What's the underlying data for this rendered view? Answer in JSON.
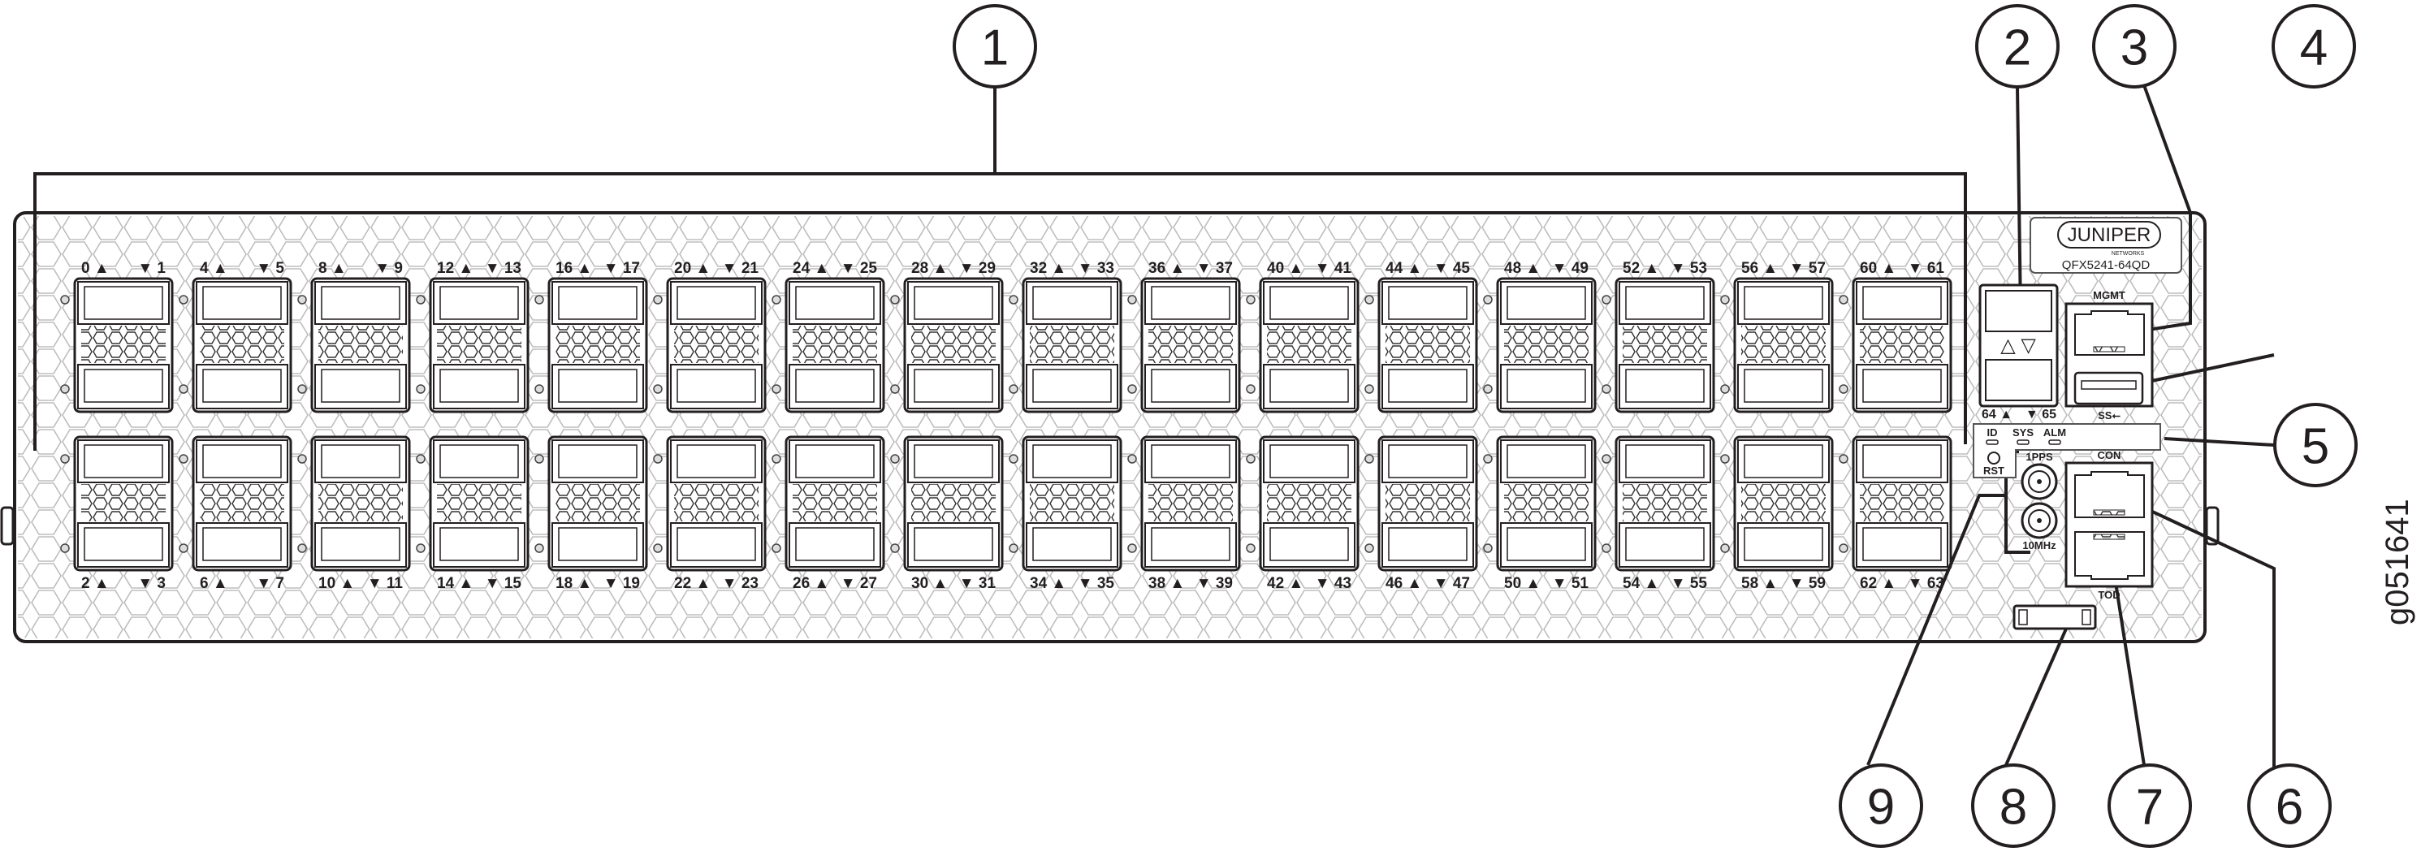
{
  "figure_id": "g051641",
  "device": {
    "brand": "JUNIPER",
    "brand_sub": "NETWORKS",
    "model": "QFX5241-64QD"
  },
  "callouts": [
    "1",
    "2",
    "3",
    "4",
    "5",
    "6",
    "7",
    "8",
    "9"
  ],
  "ports": {
    "top_labels": [
      [
        "0 ▲",
        "▼ 1"
      ],
      [
        "4 ▲",
        "▼ 5"
      ],
      [
        "8 ▲",
        "▼ 9"
      ],
      [
        "12 ▲",
        "▼ 13"
      ],
      [
        "16 ▲",
        "▼ 17"
      ],
      [
        "20 ▲",
        "▼ 21"
      ],
      [
        "24 ▲",
        "▼ 25"
      ],
      [
        "28 ▲",
        "▼ 29"
      ],
      [
        "32 ▲",
        "▼ 33"
      ],
      [
        "36 ▲",
        "▼ 37"
      ],
      [
        "40 ▲",
        "▼ 41"
      ],
      [
        "44 ▲",
        "▼ 45"
      ],
      [
        "48 ▲",
        "▼ 49"
      ],
      [
        "52 ▲",
        "▼ 53"
      ],
      [
        "56 ▲",
        "▼ 57"
      ],
      [
        "60 ▲",
        "▼ 61"
      ]
    ],
    "bottom_labels": [
      [
        "2 ▲",
        "▼ 3"
      ],
      [
        "6 ▲",
        "▼ 7"
      ],
      [
        "10 ▲",
        "▼ 11"
      ],
      [
        "14 ▲",
        "▼ 15"
      ],
      [
        "18 ▲",
        "▼ 19"
      ],
      [
        "22 ▲",
        "▼ 23"
      ],
      [
        "26 ▲",
        "▼ 27"
      ],
      [
        "30 ▲",
        "▼ 31"
      ],
      [
        "34 ▲",
        "▼ 35"
      ],
      [
        "38 ▲",
        "▼ 39"
      ],
      [
        "42 ▲",
        "▼ 43"
      ],
      [
        "46 ▲",
        "▼ 47"
      ],
      [
        "50 ▲",
        "▼ 51"
      ],
      [
        "54 ▲",
        "▼ 55"
      ],
      [
        "58 ▲",
        "▼ 59"
      ],
      [
        "62 ▲",
        "▼ 63"
      ]
    ]
  },
  "sfp": {
    "left": "64 ▲",
    "right": "▼ 65",
    "arrows": "△ ▽"
  },
  "labels": {
    "mgmt": "MGMT",
    "usb": "SS⭠",
    "id": "ID",
    "sys": "SYS",
    "alm": "ALM",
    "rst": "RST",
    "pps": "1PPS",
    "mhz": "10MHz",
    "con": "CON",
    "tod": "TOD"
  }
}
